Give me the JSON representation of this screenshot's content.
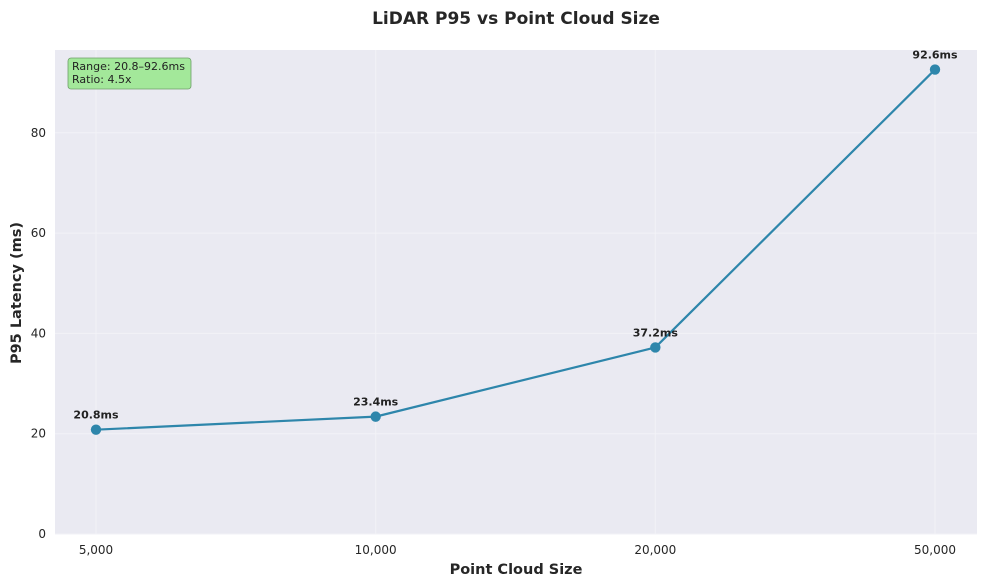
{
  "chart_data": {
    "type": "line",
    "title": "LiDAR P95 vs Point Cloud Size",
    "xlabel": "Point Cloud Size",
    "ylabel": "P95 Latency (ms)",
    "categories": [
      "5,000",
      "10,000",
      "20,000",
      "50,000"
    ],
    "series": [
      {
        "values": [
          20.8,
          23.4,
          37.2,
          92.6
        ],
        "labels": [
          "20.8ms",
          "23.4ms",
          "37.2ms",
          "92.6ms"
        ],
        "color": "#2e86ab"
      }
    ],
    "ylim": [
      0,
      96.5
    ],
    "yticks": [
      0,
      20,
      40,
      60,
      80
    ],
    "grid": true,
    "annotation": {
      "lines": [
        "Range: 20.8–92.6ms",
        "Ratio: 4.5x"
      ],
      "placement": "top-left",
      "background": "#a3e89a"
    },
    "plot_background": "#eaeaf2",
    "grid_color": "#f2f2f7"
  }
}
